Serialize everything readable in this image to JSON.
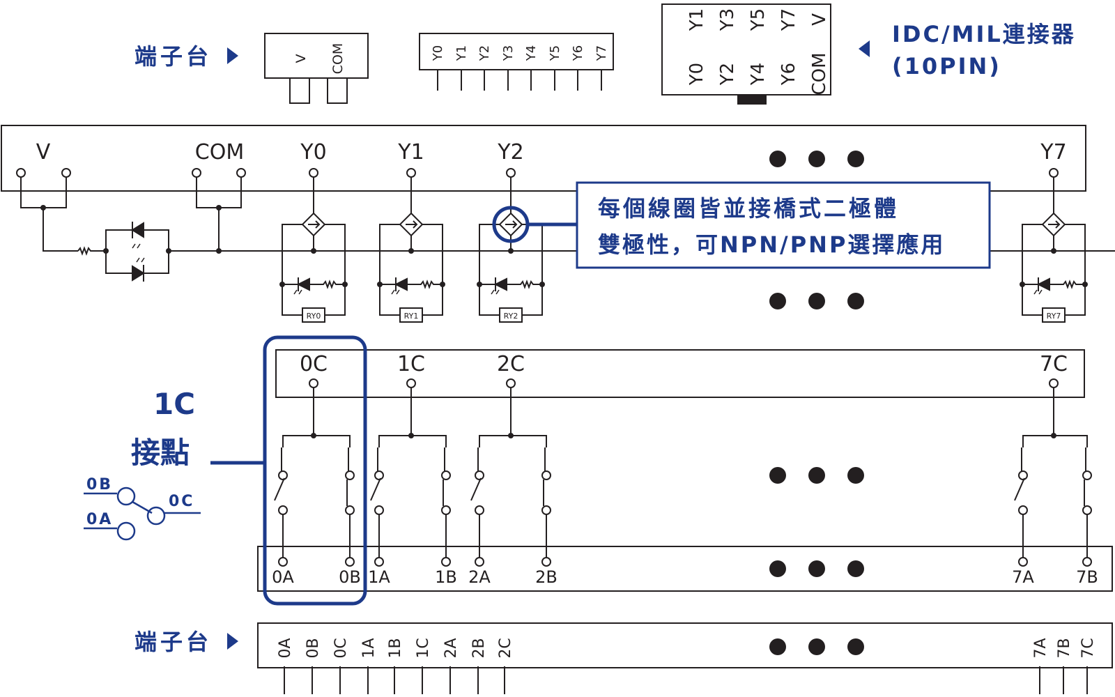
{
  "colors": {
    "line": "#231f20",
    "accent": "#1d3a8a",
    "background": "#ffffff"
  },
  "labels": {
    "terminal_block": "端子台",
    "idc_title": "IDC/MIL連接器",
    "idc_pins": "(10PIN)",
    "note_line1": "每個線圈皆並接橋式二極體",
    "note_line2": "雙極性，可NPN/PNP選擇應用",
    "contact_title": "1C",
    "contact_sub": "接點",
    "legend_0b": "0B",
    "legend_0a": "0A",
    "legend_0c": "0C"
  },
  "power_connector": [
    "V",
    "COM"
  ],
  "output_connector": [
    "Y0",
    "Y1",
    "Y2",
    "Y3",
    "Y4",
    "Y5",
    "Y6",
    "Y7"
  ],
  "idc_connector": {
    "top_row": [
      "Y1",
      "Y3",
      "Y5",
      "Y7",
      "V"
    ],
    "bottom_row": [
      "Y0",
      "Y2",
      "Y4",
      "Y6",
      "COM"
    ]
  },
  "coil_board": {
    "terminals": [
      "V",
      "COM",
      "Y0",
      "Y1",
      "Y2",
      "Y7"
    ],
    "relays": [
      "RY0",
      "RY1",
      "RY2",
      "RY7"
    ]
  },
  "contact_board": {
    "commons": [
      "0C",
      "1C",
      "2C",
      "7C"
    ],
    "terminals": [
      "0A",
      "0B",
      "1A",
      "1B",
      "2A",
      "2B",
      "7A",
      "7B"
    ]
  },
  "bottom_connector": {
    "pins_left": [
      "0A",
      "0B",
      "0C",
      "1A",
      "1B",
      "1C",
      "2A",
      "2B",
      "2C"
    ],
    "pins_right": [
      "7A",
      "7B",
      "7C"
    ]
  },
  "icons": [
    "triangle-right-icon",
    "triangle-left-icon",
    "ellipsis-icon"
  ]
}
